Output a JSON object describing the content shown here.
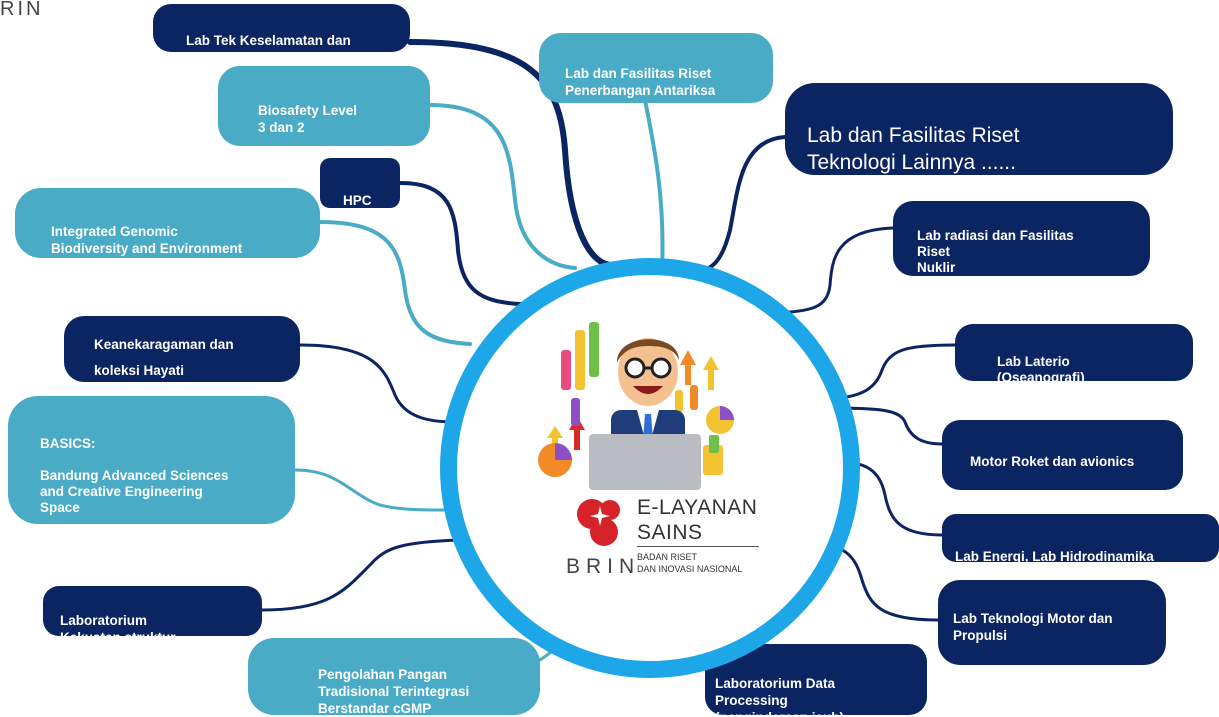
{
  "brand_fragment": "RIN",
  "center": {
    "logo_title_line1": "E-LAYANAN",
    "logo_title_line2": "SAINS",
    "logo_wordmark": "BRIN",
    "logo_sub_line1": "BADAN RISET",
    "logo_sub_line2": "DAN INOVASI NASIONAL"
  },
  "colors": {
    "dark": "#0b2462",
    "light": "#4aabc6",
    "ring": "#1ea7e8"
  },
  "nodes": {
    "lab_tek_keselamatan": "Lab Tek Keselamatan dan\nmetrologi Radiasi",
    "biosafety": "Biosafety Level\n3 dan 2",
    "hpc": "HPC",
    "integrated_genomic": "Integrated Genomic\nBiodiversity and Environment",
    "keanekaragaman": "Keanekaragaman dan\n\n koleksi Hayati",
    "basics": "BASICS:\n\nBandung Advanced Sciences\nand Creative Engineering\nSpace",
    "lab_kekuatan": "Laboratorium\nKekuatan struktur",
    "pengolahan_pangan": "Pengolahan Pangan\nTradisional Terintegrasi\nBerstandar  cGMP",
    "lab_penerbangan": "Lab dan Fasilitas Riset\nPenerbangan Antariksa",
    "lab_lainnya": "Lab dan Fasilitas Riset\nTeknologi Lainnya ......",
    "lab_radiasi": "Lab radiasi dan Fasilitas\nRiset\nNuklir",
    "lab_laterio": "Lab Laterio\n(Oseanografi)",
    "motor_roket": "Motor Roket dan avionics",
    "lab_energi": "Lab Energi, Lab Hidrodinamika",
    "lab_teknologi_motor": "Lab Teknologi Motor dan\nPropulsi",
    "lab_data_processing": "Laboratorium Data\nProcessing\n(penginderaan jauh)"
  }
}
